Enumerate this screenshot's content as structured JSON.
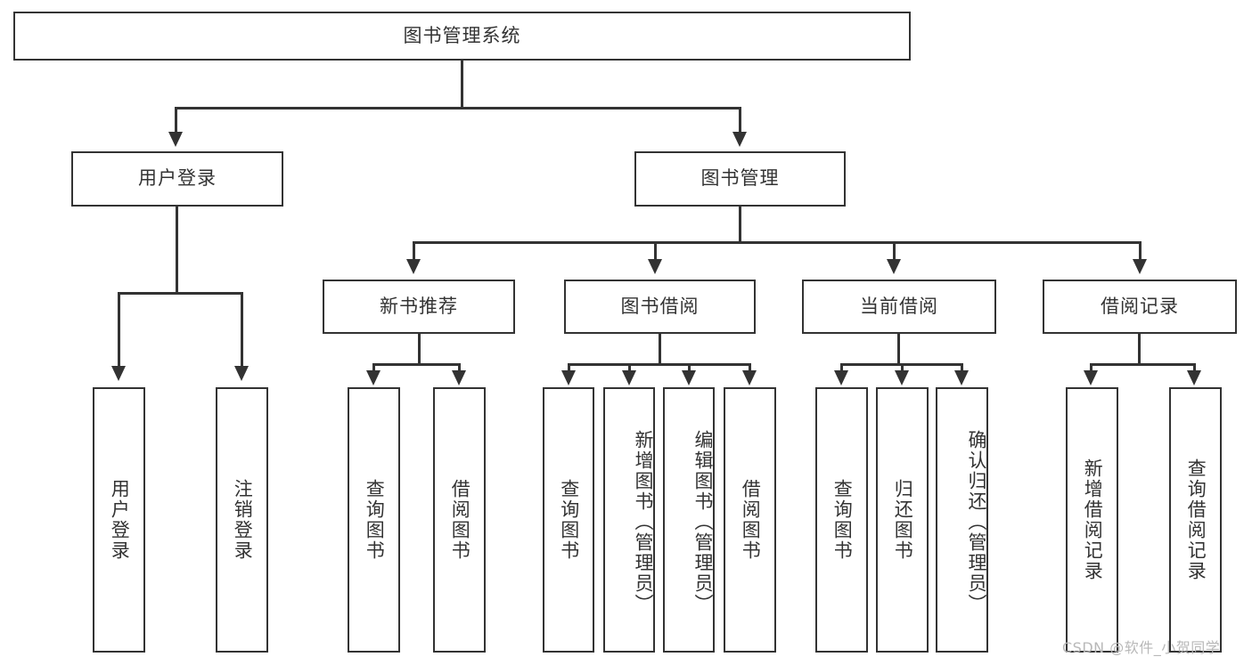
{
  "diagram": {
    "title": "图书管理系统",
    "type": "tree-hierarchy-chart",
    "root": {
      "label": "图书管理系统"
    },
    "level2": [
      {
        "label": "用户登录"
      },
      {
        "label": "图书管理"
      }
    ],
    "level3": [
      {
        "label": "新书推荐"
      },
      {
        "label": "图书借阅"
      },
      {
        "label": "当前借阅"
      },
      {
        "label": "借阅记录"
      }
    ],
    "leaves": {
      "user_login": [
        {
          "label": "用户登录"
        },
        {
          "label": "注销登录"
        }
      ],
      "new_book_recommend": [
        {
          "label": "查询图书"
        },
        {
          "label": "借阅图书"
        }
      ],
      "book_borrow": [
        {
          "label": "查询图书"
        },
        {
          "label": "新增图书（管理员）"
        },
        {
          "label": "编辑图书（管理员）"
        },
        {
          "label": "借阅图书"
        }
      ],
      "current_borrow": [
        {
          "label": "查询图书"
        },
        {
          "label": "归还图书"
        },
        {
          "label": "确认归还（管理员）"
        }
      ],
      "borrow_record": [
        {
          "label": "新增借阅记录"
        },
        {
          "label": "查询借阅记录"
        }
      ]
    }
  },
  "watermark": {
    "text": "CSDN @软件_小贺同学"
  },
  "colors": {
    "stroke": "#333333",
    "background": "#ffffff",
    "text": "#333333",
    "watermark": "#b8b8b8"
  }
}
